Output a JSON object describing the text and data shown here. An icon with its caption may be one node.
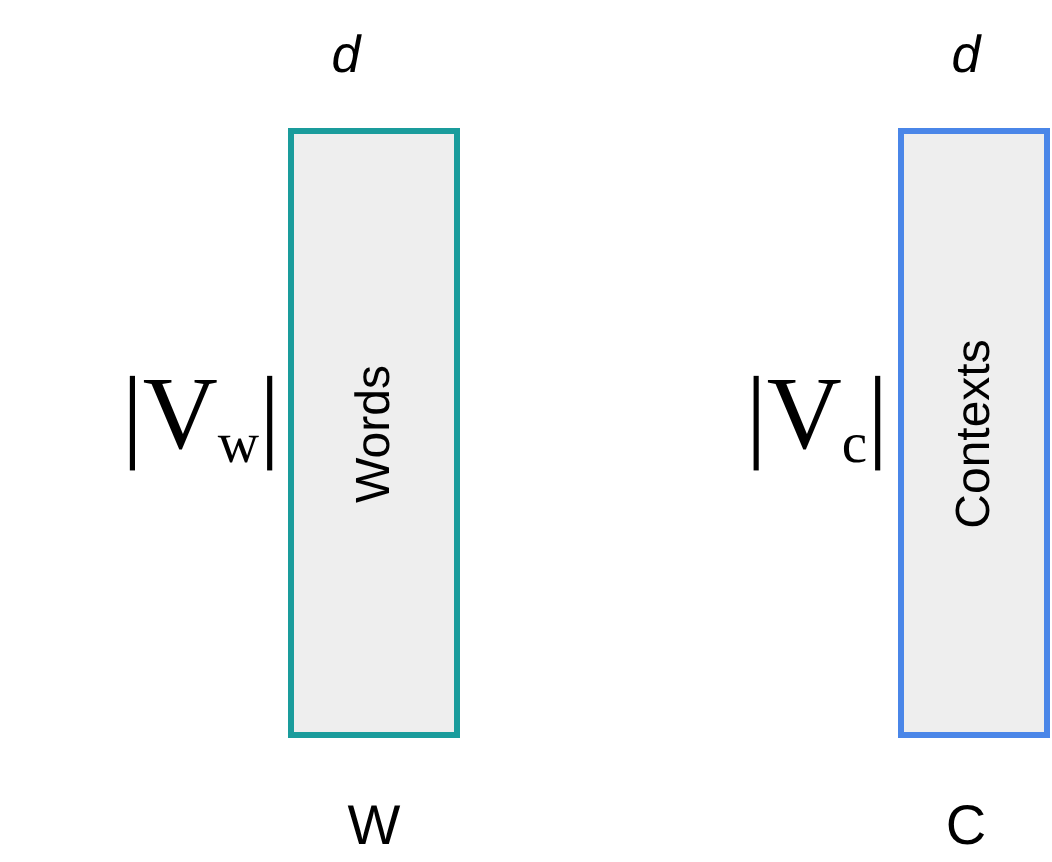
{
  "diagram": {
    "nodes": [
      {
        "text": [
          "Words"
        ],
        "beside": [
          "d",
          "|V$_{w}$|",
          "W"
        ]
      },
      {
        "text": [
          "Contexts"
        ],
        "beside": [
          "d",
          "|V$_{c}$|",
          "C"
        ]
      }
    ]
  }
}
